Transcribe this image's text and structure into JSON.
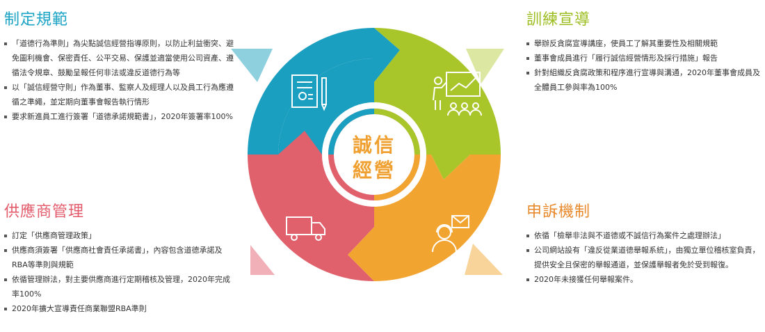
{
  "panels": {
    "top_left": {
      "title": "制定規範",
      "items": [
        "「道德行為準則」為尖點誠信經營指導原則，以防止利益衝突、避免圖利機會、保密責任、公平交易、保護並適當使用公司資產、遵循法令規章、鼓勵呈報任何非法或違反道德行為等",
        "以「誠信經營守則」作為董事、監察人及經理人以及員工行為應遵循之準繩，並定期向董事會報告執行情形",
        "要求新進員工進行簽署「道德承諾規範書」，2020年簽署率100%"
      ]
    },
    "top_right": {
      "title": "訓練宣導",
      "items": [
        "舉辦反貪腐宣導講座，使員工了解其重要性及相關規範",
        "董事會成員進行「履行誠信經營情形及採行措施」報告",
        "針對組織反貪腐政策和程序進行宣導與溝通，2020年董事會成員及全體員工參與率為100%"
      ]
    },
    "bottom_left": {
      "title": "供應商管理",
      "items": [
        "訂定「供應商管理政策」",
        "供應商須簽署「供應商社會責任承諾書」，內容包含道德承諾及RBA等準則與規範",
        "依循管理辦法，對主要供應商進行定期稽核及管理，2020年完成率100%",
        "2020年擴大宣導責任商業聯盟RBA準則"
      ]
    },
    "bottom_right": {
      "title": "申訴機制",
      "items": [
        "依循「檢舉非法與不道德或不誠信行為案件之處理辦法」",
        "公司網站設有「違反從業道德舉報系統」，由獨立單位稽核室負責，提供安全且保密的舉報通道，並保護舉報者免於受到報復。",
        "2020年未接獲任何舉報案件。"
      ]
    }
  },
  "center": {
    "line1": "誠信",
    "line2": "經營"
  },
  "colors": {
    "blue": "#1a9fc0",
    "green": "#a8c52a",
    "orange": "#f2a431",
    "red": "#e0606c",
    "center_text": "#f0a030"
  },
  "icons": {
    "top_left": "document-pen-icon",
    "top_right": "presentation-audience-icon",
    "bottom_right": "headset-mail-icon",
    "bottom_left": "truck-icon"
  }
}
